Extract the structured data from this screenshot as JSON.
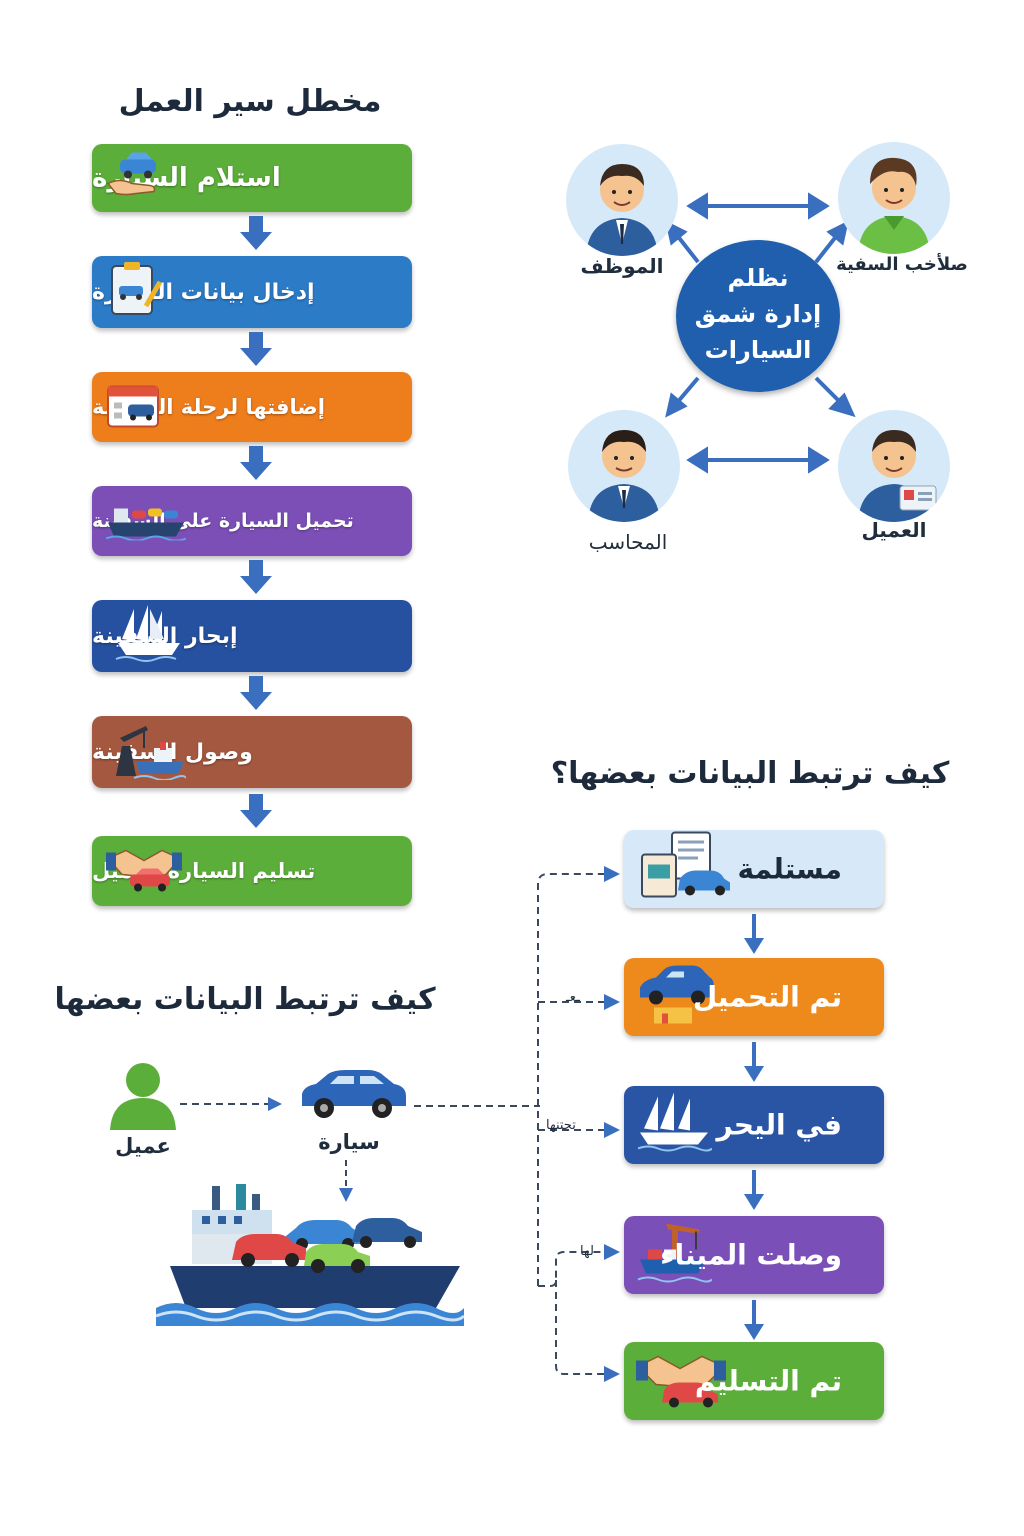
{
  "workflow": {
    "title": "مخطل سير العمل",
    "steps": [
      {
        "label": "استلام السيارة",
        "color": "#5cae3a"
      },
      {
        "label": "إدخال بيانات السيارة",
        "color": "#2b7bc7"
      },
      {
        "label": "إضافتها لرحلة السفينة",
        "color": "#ee7d1c"
      },
      {
        "label": "تحميل السيارة على السفينة",
        "color": "#7b4fb6"
      },
      {
        "label": "إبحار السفينة",
        "color": "#2650a0"
      },
      {
        "label": "وصول السفينة",
        "color": "#a55840"
      },
      {
        "label": "تسليم السيارة العميل",
        "color": "#5cae3a"
      }
    ]
  },
  "system": {
    "hub_lines": [
      "نظلم",
      "إدارة شمق",
      "السيارات"
    ],
    "actors": {
      "employee": "الموظف",
      "ship_owner": "صلأخب السفية",
      "accountant": "المحاسب",
      "customer": "العميل"
    }
  },
  "relations_left": {
    "title": "كيف ترتبط البيانات بعضها",
    "customer_label": "عميل",
    "car_label": "سيارة"
  },
  "status_flow": {
    "title": "كيف ترتبط البيانات بعضها؟",
    "stages": [
      {
        "label": "مستلمة",
        "color": "#d7e8f8",
        "text_color": "#1c2a3c"
      },
      {
        "label": "تم التحميل",
        "color": "#ee8a1c",
        "text_color": "#ffffff"
      },
      {
        "label": "في اليحر",
        "color": "#2a55a4",
        "text_color": "#ffffff"
      },
      {
        "label": "وصلت الميناء",
        "color": "#7a4fb8",
        "text_color": "#ffffff"
      },
      {
        "label": "تم التسليم",
        "color": "#5cae3a",
        "text_color": "#ffffff"
      }
    ],
    "connector_notes": [
      "ـعـ",
      "تجتنها",
      "لها"
    ]
  }
}
